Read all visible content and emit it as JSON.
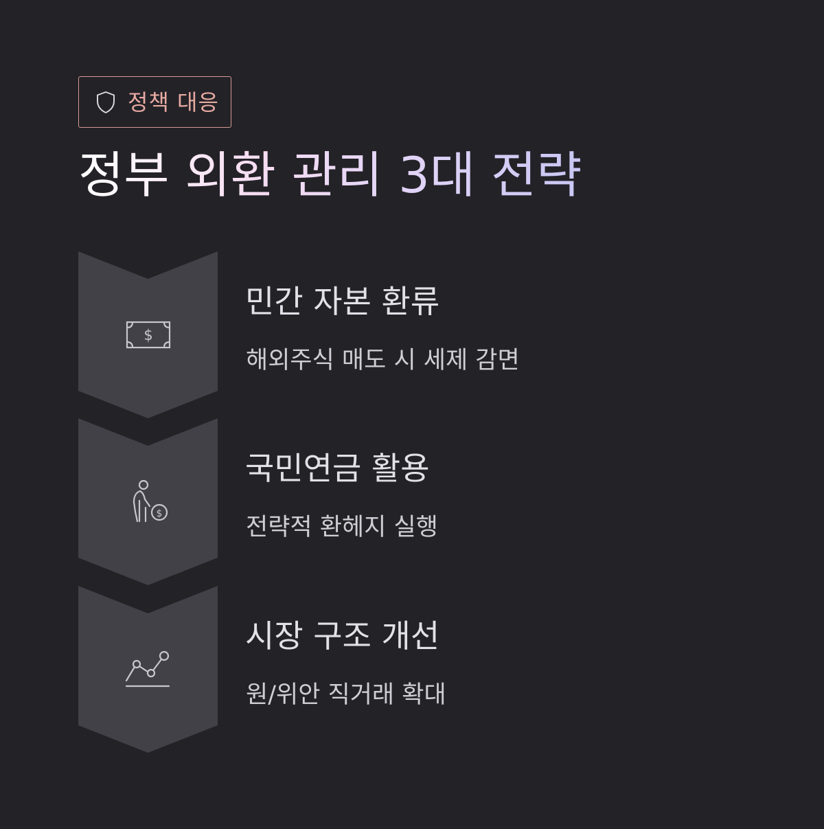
{
  "badge": {
    "icon": "shield-icon",
    "label": "정책 대응",
    "color": "#e7aaa2"
  },
  "title": "정부 외환 관리 3대 전략",
  "steps": [
    {
      "icon": "banknote-icon",
      "title": "민간 자본 환류",
      "description": "해외주식 매도 시 세제 감면"
    },
    {
      "icon": "pension-person-coin-icon",
      "title": "국민연금 활용",
      "description": "전략적 환헤지 실행"
    },
    {
      "icon": "trend-line-icon",
      "title": "시장 구조 개선",
      "description": "원/위안 직거래 확대"
    }
  ],
  "colors": {
    "background": "#232227",
    "chevron": "#424147",
    "icon_stroke": "#c8c7cd"
  }
}
